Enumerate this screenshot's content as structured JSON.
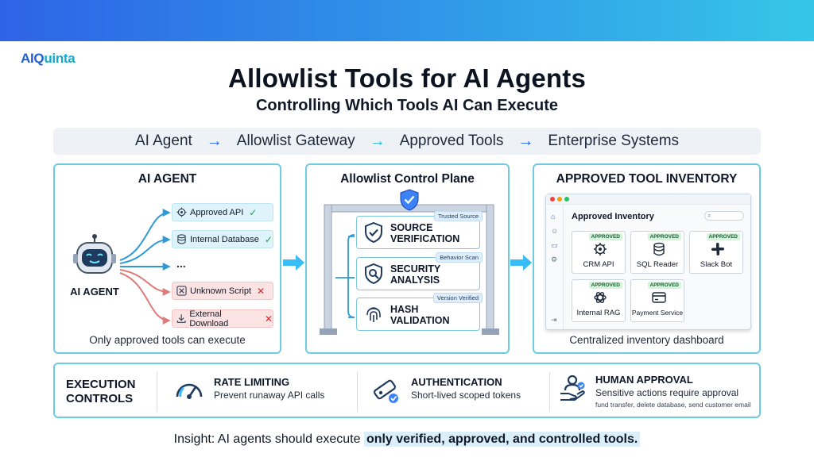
{
  "header": {
    "logo_main": "AIQ",
    "logo_accent": "uinta"
  },
  "title": "Allowlist Tools for AI Agents",
  "subtitle": "Controlling Which Tools AI Can Execute",
  "flow": {
    "steps": [
      "AI Agent",
      "Allowlist Gateway",
      "Approved Tools",
      "Enterprise Systems"
    ],
    "arrow_glyph": "→",
    "arrow_colors": [
      "#2563eb",
      "#22b8d8",
      "#2563eb"
    ]
  },
  "agent_panel": {
    "title": "AI AGENT",
    "agent_label": "AI AGENT",
    "tools": [
      {
        "label": "Approved API",
        "status": "allowed",
        "icon": "gear-icon",
        "mark": "✓"
      },
      {
        "label": "Internal Database",
        "status": "allowed",
        "icon": "database-icon",
        "mark": "✓"
      },
      {
        "label": "Unknown Script",
        "status": "blocked",
        "icon": "close-box-icon",
        "mark": "✕"
      },
      {
        "label": "External Download",
        "status": "blocked",
        "icon": "download-icon",
        "mark": "✕"
      }
    ],
    "ellipsis": "...",
    "footer": "Only approved tools can execute"
  },
  "control_panel": {
    "title": "Allowlist Control Plane",
    "controls": [
      {
        "title": "SOURCE",
        "title2": "VERIFICATION",
        "tag": "Trusted Source",
        "icon": "shield-check-icon"
      },
      {
        "title": "SECURITY",
        "title2": "ANALYSIS",
        "tag": "Behavior Scan",
        "icon": "shield-search-icon"
      },
      {
        "title": "HASH",
        "title2": "VALIDATION",
        "tag": "Version Verified",
        "icon": "fingerprint-icon"
      }
    ]
  },
  "inventory_panel": {
    "title": "APPROVED TOOL INVENTORY",
    "window_title": "Approved Inventory",
    "cards": [
      {
        "label": "CRM API",
        "badge": "APPROVED",
        "icon": "gear-icon"
      },
      {
        "label": "SQL Reader",
        "badge": "APPROVED",
        "icon": "database-icon"
      },
      {
        "label": "Slack Bot",
        "badge": "APPROVED",
        "icon": "slack-icon"
      },
      {
        "label": "Internal RAG",
        "badge": "APPROVED",
        "icon": "openai-icon"
      },
      {
        "label": "Payment Service",
        "badge": "APPROVED",
        "icon": "card-icon"
      }
    ],
    "footer": "Centralized inventory dashboard"
  },
  "execution": {
    "label_line1": "EXECUTION",
    "label_line2": "CONTROLS",
    "items": [
      {
        "title": "RATE LIMITING",
        "desc": "Prevent runaway API calls",
        "icon": "speedometer-icon"
      },
      {
        "title": "AUTHENTICATION",
        "desc": "Short-lived scoped tokens",
        "icon": "token-icon"
      },
      {
        "title": "HUMAN APPROVAL",
        "desc": "Sensitive actions require approval",
        "sub": "fund transfer, delete database, send customer email",
        "icon": "human-approval-icon"
      }
    ]
  },
  "insight": {
    "prefix": "Insight: AI agents should execute ",
    "highlight": "only verified, approved, and controlled tools."
  },
  "colors": {
    "accent": "#2563eb",
    "teal": "#22b8d8",
    "panel_border": "#6ecbe0",
    "approved_green": "#16a34a",
    "blocked_red": "#dc2626"
  }
}
